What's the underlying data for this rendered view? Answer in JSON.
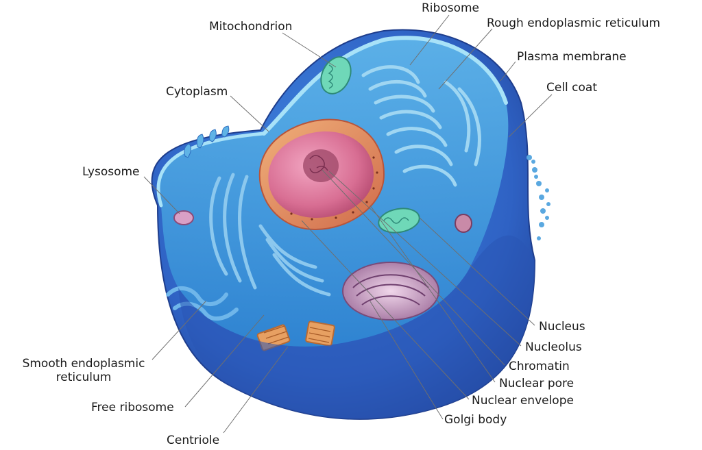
{
  "colors": {
    "cell_outer": "#2f6fd0",
    "cell_bottom": "#224a9e",
    "cytoplasm": "#4aa0de",
    "membrane": "#8fd3f2",
    "nucleus_outer": "#e58a6a",
    "nucleus_inner": "#d46b8a",
    "golgi": "#c9a4c4",
    "centriole": "#d98a4a",
    "mitochondrion": "#5fd0b0",
    "leader": "#6f6f6f"
  },
  "labels": {
    "ribosome": "Ribosome",
    "rough_er": "Rough endoplasmic reticulum",
    "mitochondrion": "Mitochondrion",
    "plasma_membrane": "Plasma membrane",
    "cytoplasm": "Cytoplasm",
    "cell_coat": "Cell coat",
    "lysosome": "Lysosome",
    "nucleus": "Nucleus",
    "nucleolus": "Nucleolus",
    "chromatin": "Chromatin",
    "nuclear_pore": "Nuclear pore",
    "nuclear_envelope": "Nuclear envelope",
    "golgi_body": "Golgi body",
    "smooth_er_line1": "Smooth endoplasmic",
    "smooth_er_line2": "reticulum",
    "free_ribosome": "Free ribosome",
    "centriole": "Centriole"
  }
}
